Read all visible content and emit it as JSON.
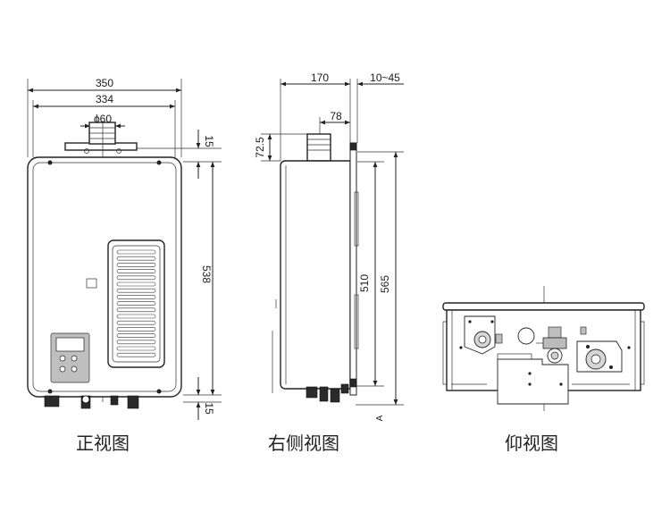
{
  "views": {
    "front": {
      "caption": "正视图",
      "dims": {
        "width_overall": "350",
        "width_inner": "334",
        "flue_dia": "ϕ60",
        "top": "15",
        "height": "538",
        "bottom": "15"
      }
    },
    "side": {
      "caption": "右侧视图",
      "dims": {
        "depth": "170",
        "bracket": "10~45",
        "flue_offset": "78",
        "flue_height": "72.5",
        "height_body": "510",
        "height_total": "565",
        "mark": "A"
      }
    },
    "bottom": {
      "caption": "仰视图"
    }
  }
}
